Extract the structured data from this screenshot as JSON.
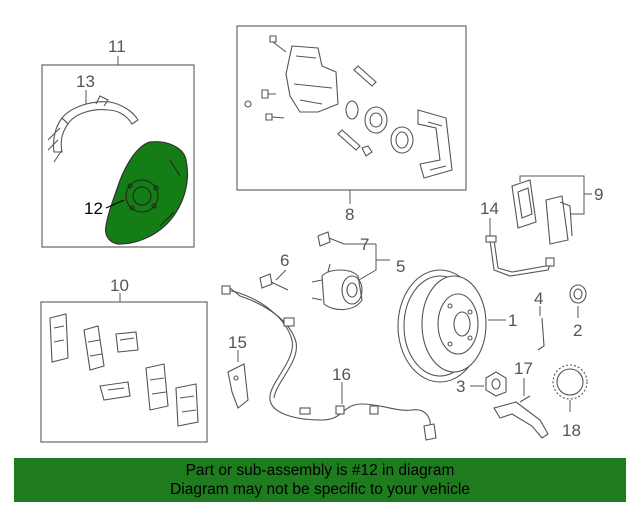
{
  "diagram": {
    "highlight_color": "#157d15",
    "callouts": {
      "c1": "1",
      "c2": "2",
      "c3": "3",
      "c4": "4",
      "c5": "5",
      "c6": "6",
      "c7": "7",
      "c8": "8",
      "c9": "9",
      "c10": "10",
      "c11": "11",
      "c12": "12",
      "c13": "13",
      "c14": "14",
      "c15": "15",
      "c16": "16",
      "c17": "17",
      "c18": "18"
    }
  },
  "banner": {
    "background": "#1e7c1e",
    "line1": "Part or sub-assembly is #12 in diagram",
    "line2": "Diagram may not be specific to your vehicle"
  }
}
